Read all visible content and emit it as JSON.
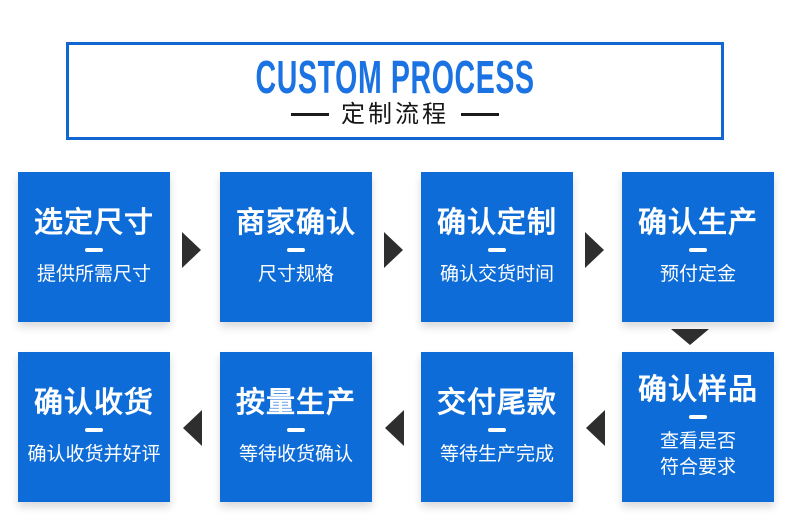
{
  "header": {
    "title": "CUSTOM PROCESS",
    "subtitle": "定制流程"
  },
  "colors": {
    "accent_blue": "#0d6cd8",
    "header_border_blue": "#1266d1",
    "header_title_blue": "#1b72e2",
    "arrow_dark": "#2e2e2e",
    "box_text": "#ffffff"
  },
  "steps": [
    {
      "title": "选定尺寸",
      "subtitle": "提供所需尺寸"
    },
    {
      "title": "商家确认",
      "subtitle": "尺寸规格"
    },
    {
      "title": "确认定制",
      "subtitle": "确认交货时间"
    },
    {
      "title": "确认生产",
      "subtitle": "预付定金"
    },
    {
      "title": "确认样品",
      "subtitle": "查看是否",
      "subtitle2": "符合要求"
    },
    {
      "title": "交付尾款",
      "subtitle": "等待生产完成"
    },
    {
      "title": "按量生产",
      "subtitle": "等待收货确认"
    },
    {
      "title": "确认收货",
      "subtitle": "确认收货并好评"
    }
  ]
}
